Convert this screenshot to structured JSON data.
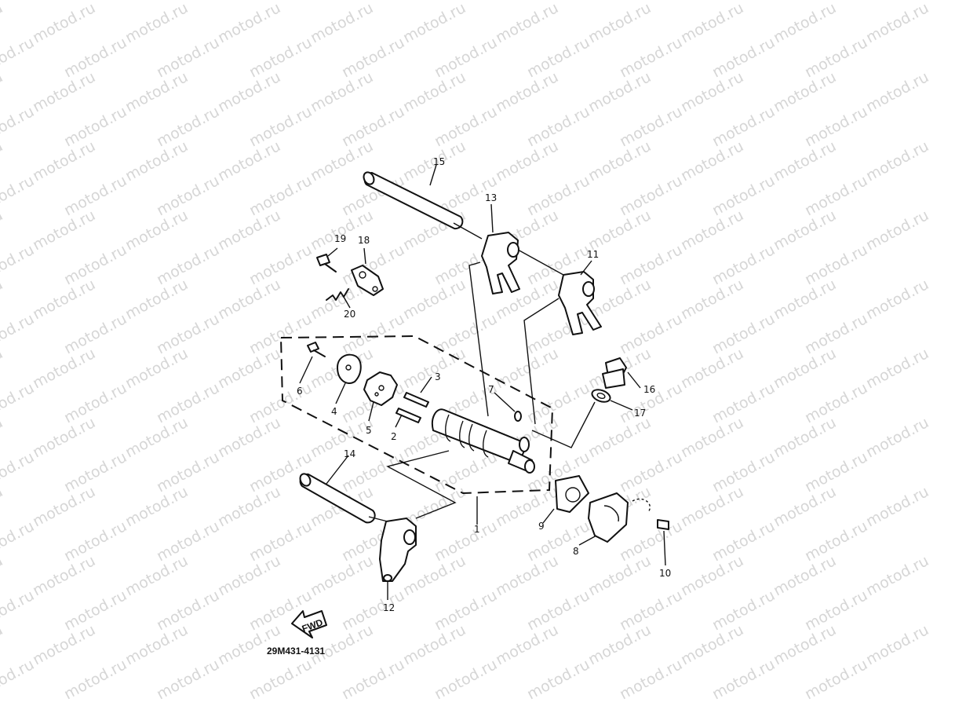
{
  "watermark": "motod.ru",
  "diagram_code": "29M431-4131",
  "fwd_label": "FWD",
  "callouts": [
    {
      "id": "c1",
      "label": "1"
    },
    {
      "id": "c2",
      "label": "2"
    },
    {
      "id": "c3",
      "label": "3"
    },
    {
      "id": "c4",
      "label": "4"
    },
    {
      "id": "c5",
      "label": "5"
    },
    {
      "id": "c6",
      "label": "6"
    },
    {
      "id": "c7",
      "label": "7"
    },
    {
      "id": "c8",
      "label": "8"
    },
    {
      "id": "c9",
      "label": "9"
    },
    {
      "id": "c10",
      "label": "10"
    },
    {
      "id": "c11",
      "label": "11"
    },
    {
      "id": "c12",
      "label": "12"
    },
    {
      "id": "c13",
      "label": "13"
    },
    {
      "id": "c14",
      "label": "14"
    },
    {
      "id": "c15",
      "label": "15"
    },
    {
      "id": "c16",
      "label": "16"
    },
    {
      "id": "c17",
      "label": "17"
    },
    {
      "id": "c18",
      "label": "18"
    },
    {
      "id": "c19",
      "label": "19"
    },
    {
      "id": "c20",
      "label": "20"
    }
  ]
}
